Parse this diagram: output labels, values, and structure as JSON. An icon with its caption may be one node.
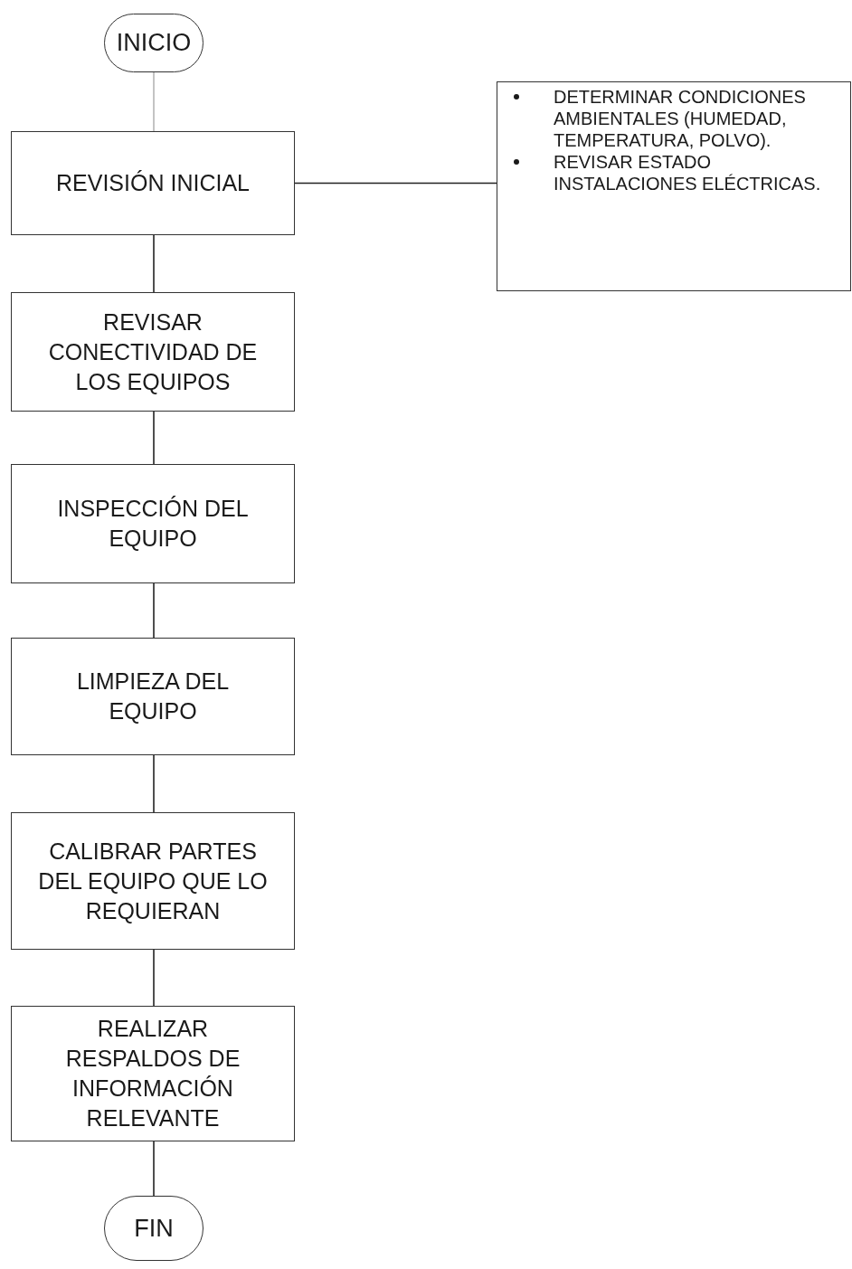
{
  "diagram": {
    "nodes": [
      {
        "text": [
          "INICIO"
        ]
      },
      {
        "text": [
          "REVISIÓN INICIAL"
        ]
      },
      {
        "text": [
          "DETERMINAR CONDICIONES AMBIENTALES (HUMEDAD, TEMPERATURA, POLVO).",
          "REVISAR ESTADO INSTALACIONES ELÉCTRICAS."
        ]
      },
      {
        "text": [
          "REVISAR CONECTIVIDAD DE LOS EQUIPOS"
        ]
      },
      {
        "text": [
          "INSPECCIÓN DEL EQUIPO"
        ]
      },
      {
        "text": [
          "LIMPIEZA DEL EQUIPO"
        ]
      },
      {
        "text": [
          "CALIBRAR PARTES DEL EQUIPO QUE LO REQUIERAN"
        ]
      },
      {
        "text": [
          "REALIZAR RESPALDOS DE INFORMACIÓN RELEVANTE"
        ]
      },
      {
        "text": [
          "FIN"
        ]
      }
    ],
    "edges": [
      {
        "from": 0,
        "to": 1,
        "arrow": "none",
        "color": "#888888"
      },
      {
        "from": 1,
        "to": 2,
        "arrow": "none"
      },
      {
        "from": 1,
        "to": 3,
        "arrow": "none"
      },
      {
        "from": 3,
        "to": 4,
        "arrow": "none"
      },
      {
        "from": 4,
        "to": 5,
        "arrow": "none"
      },
      {
        "from": 5,
        "to": 6,
        "arrow": "none"
      },
      {
        "from": 6,
        "to": 7,
        "arrow": "none"
      },
      {
        "from": 7,
        "to": 8,
        "arrow": "none"
      }
    ]
  }
}
